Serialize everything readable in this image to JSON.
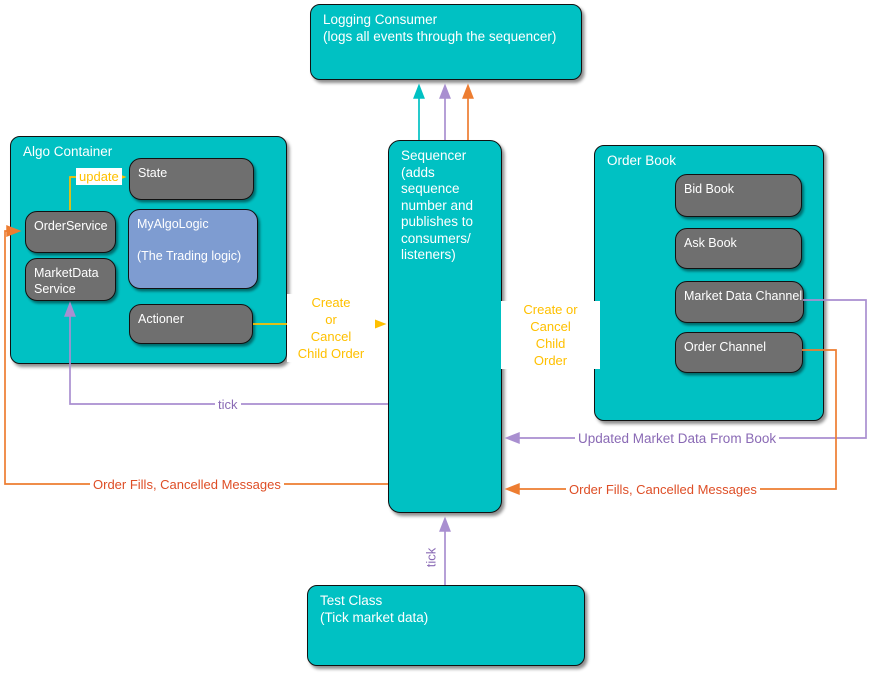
{
  "colors": {
    "teal": "#00C1C3",
    "gray": "#6F6F6F",
    "blue": "#7E9CD1",
    "yellow": "#FFC000",
    "purple_line": "#A98FD0",
    "purple_text": "#8A6AB5",
    "orange_line": "#ED7D31",
    "orange_text": "#DE4E26"
  },
  "nodes": {
    "logging_consumer": {
      "title": "Logging Consumer",
      "subtitle": "(logs all events through the sequencer)"
    },
    "algo_container": {
      "title": "Algo Container",
      "state": "State",
      "order_service": "OrderService",
      "my_algo_logic": "MyAlgoLogic",
      "my_algo_logic_note": "(The Trading logic)",
      "market_data_service": "MarketData Service",
      "actioner": "Actioner"
    },
    "sequencer": {
      "title": "Sequencer",
      "subtitle": "(adds sequence number and publishes to consumers/ listeners)"
    },
    "order_book": {
      "title": "Order Book",
      "bid_book": "Bid Book",
      "ask_book": "Ask Book",
      "market_data_channel": "Market Data Channel",
      "order_channel": "Order Channel"
    },
    "test_class": {
      "title": "Test Class",
      "subtitle": "(Tick market data)"
    }
  },
  "edge_labels": {
    "update": "update",
    "create_or_cancel_left": "Create\nor\nCancel\nChild Order",
    "create_or_cancel_right": "Create or Cancel\nChild\nOrder",
    "tick_horizontal": "tick",
    "tick_vertical": "tick",
    "order_fills_left": "Order Fills, Cancelled Messages",
    "updated_market_data": "Updated Market Data From Book",
    "order_fills_right": "Order Fills, Cancelled Messages"
  }
}
